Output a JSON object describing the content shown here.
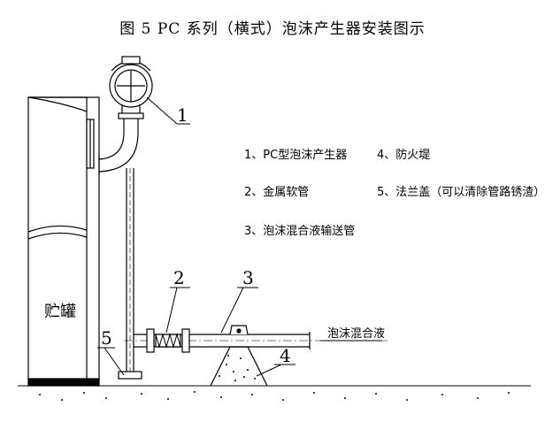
{
  "title": "图 5 PC 系列（横式）泡沫产生器安装图示",
  "legend": {
    "item1": "1、PC型泡沫产生器",
    "item2": "2、金属软管",
    "item3": "3、泡沫混合液输送管",
    "item4": "4、防火堤",
    "item5": "5、法兰盖（可以清除管路锈渣）"
  },
  "callouts": {
    "c1": "1",
    "c2": "2",
    "c3": "3",
    "c4": "4",
    "c5": "5"
  },
  "tank_label": "贮罐",
  "flow_label": "泡沫混合液"
}
